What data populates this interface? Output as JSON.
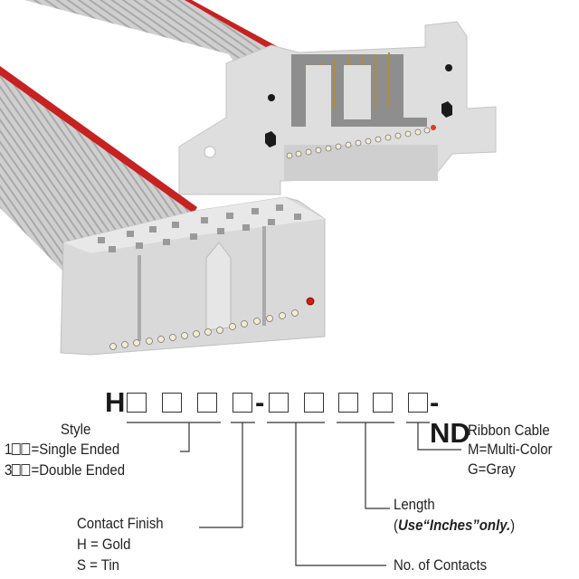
{
  "part_number": {
    "prefix": "H",
    "dash1": "-",
    "suffix": "-ND"
  },
  "legend": {
    "style": {
      "title": "Style",
      "opt1_prefix": "1",
      "opt1_text": "=Single Ended",
      "opt2_prefix": "3",
      "opt2_text": "=Double Ended"
    },
    "contact_finish": {
      "title": "Contact Finish",
      "opt1": "H = Gold",
      "opt2": "S = Tin"
    },
    "contacts": {
      "title": "No. of Contacts"
    },
    "length": {
      "title": "Length",
      "note_open": "(",
      "note_bold": "Use“Inches”only.",
      "note_close": ")"
    },
    "ribbon": {
      "title": "Ribbon Cable",
      "opt1": "M=Multi-Color",
      "opt2": "G=Gray"
    }
  },
  "colors": {
    "cable": "#c9c9c9",
    "stripe": "#c62222",
    "connector": "#dcdcdc"
  }
}
